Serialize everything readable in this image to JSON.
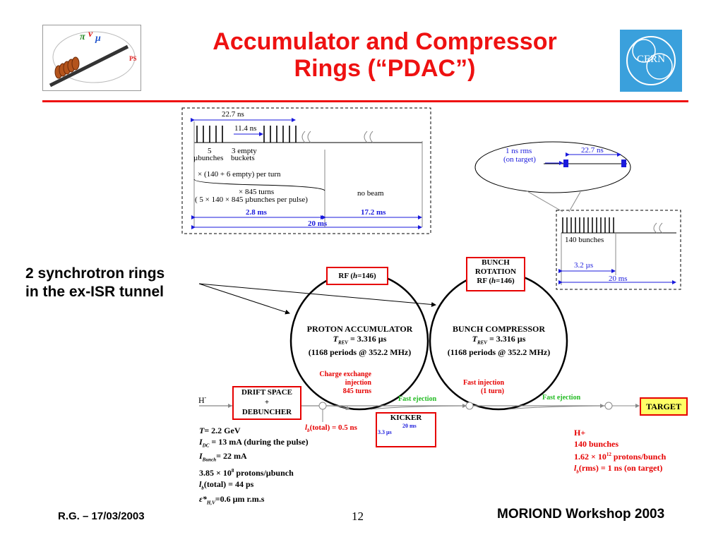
{
  "title": {
    "line1": "Accumulator and Compressor",
    "line2": "Rings (“PDAC”)"
  },
  "logos": {
    "left_label": "PS",
    "right_label": "CERN"
  },
  "timing_panel": {
    "period_label": "22.7 ns",
    "spacing_label": "11.4 ns",
    "bunch_count": "5",
    "bunch_unit": "µbunches",
    "empty_count": "3 empty",
    "empty_unit": "buckets",
    "per_turn": "× (140 + 6 empty) per turn",
    "turns": "× 845 turns",
    "per_pulse": "( 5 × 140 × 845 µbunches per pulse)",
    "no_beam": "no beam",
    "t_beam": "2.8 ms",
    "t_nobeam": "17.2 ms",
    "t_total": "20 ms"
  },
  "target_zoom": {
    "rms": "1 ns rms",
    "on_target": "(on target)",
    "spacing": "22.7 ns"
  },
  "bunch_panel": {
    "count": "140 bunches",
    "t_bunches": "3.2 µs",
    "t_total": "20 ms"
  },
  "callout": {
    "line1": "2 synchrotron rings",
    "line2": "in the ex-ISR tunnel"
  },
  "accumulator": {
    "rf_prefix": "RF (",
    "rf_h": "h",
    "rf_suffix": "=146)",
    "name": "PROTON ACCUMULATOR",
    "t_sym": "T",
    "t_sub": "REV",
    "t_val": "= 3.316 µs",
    "periods": "(1168 periods @ 352.2 MHz)"
  },
  "compressor": {
    "rot1": "BUNCH",
    "rot2": "ROTATION",
    "rf_prefix": "RF (",
    "rf_h": "h",
    "rf_suffix": "=146)",
    "name": "BUNCH COMPRESSOR",
    "t_sym": "T",
    "t_sub": "REV",
    "t_val": "= 3.316 µs",
    "periods": "(1168 periods @ 352.2 MHz)"
  },
  "injection": {
    "l1": "Charge exchange",
    "l2": "injection",
    "l3": "845 turns"
  },
  "fast_injection": {
    "l1": "Fast injection",
    "l2": "(1 turn)"
  },
  "fast_ejection_1": "Fast ejection",
  "fast_ejection_2": "Fast ejection",
  "beamline": {
    "h_minus": "H",
    "h_sup": "-",
    "drift1": "DRIFT SPACE",
    "drift2": "+",
    "drift3": "DEBUNCHER",
    "lb_sym": "l",
    "lb_sub": "b",
    "lb_text": "(total) = 0.5 ns",
    "kicker": "KICKER",
    "kick_20": "20 ms",
    "kick_33": "3.3 µs",
    "target": "TARGET"
  },
  "beam_params": {
    "T": "= 2.2 GeV",
    "Idc_sub": "DC",
    "Idc": " = 13 mA (during the pulse)",
    "Ib_sub": "Bunch",
    "Ib": "= 22 mA",
    "protons_a": "3.85 × 10",
    "protons_exp": "8",
    "protons_b": " protons/µbunch",
    "lb_sub": "b",
    "lb": "(total) = 44 ps",
    "eps_sub": "H,V",
    "eps": "=0.6 µm r.m.s"
  },
  "output_params": {
    "h": "H+",
    "bunches": "140 bunches",
    "protons_a": "1.62 × 10",
    "protons_exp": "12",
    "protons_b": " protons/bunch",
    "lb_sub": "b",
    "lb": "(rms) = 1 ns (on target)"
  },
  "footer": {
    "left": "R.G. – 17/03/2003",
    "page": "12",
    "right": "MORIOND Workshop 2003"
  },
  "colors": {
    "title": "#ee1111",
    "accent_red": "#e60000",
    "blue": "#1a1adc",
    "green": "#22bb22",
    "target_fill": "#ffff66",
    "cern_blue": "#3aa0dc"
  }
}
